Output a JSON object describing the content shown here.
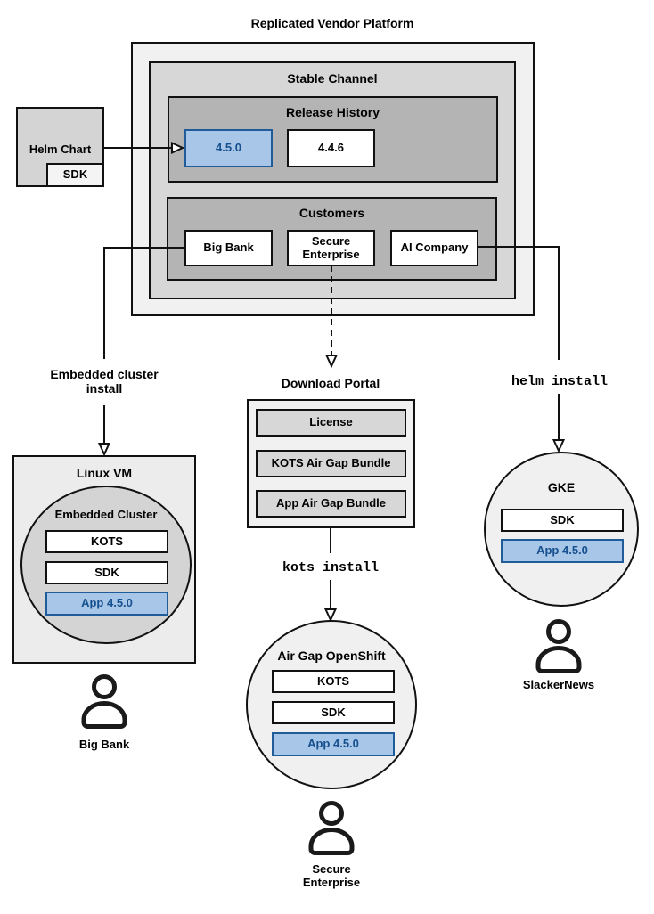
{
  "colors": {
    "highlight_fill": "#a8c7e8",
    "highlight_border": "#1f5c99",
    "highlight_text": "#17508f"
  },
  "title": "Replicated Vendor Platform",
  "platform": {
    "stable_channel": "Stable Channel",
    "release_history": "Release History",
    "releases": [
      "4.5.0",
      "4.4.6"
    ],
    "customers_title": "Customers",
    "customers": [
      "Big Bank",
      "Secure Enterprise",
      "AI Company"
    ]
  },
  "helm_chart": {
    "title": "Helm Chart",
    "sdk": "SDK"
  },
  "connectors": {
    "embedded_install": "Embedded cluster install",
    "kots_install": "kots install",
    "helm_install": "helm install"
  },
  "download_portal": {
    "title": "Download Portal",
    "items": [
      "License",
      "KOTS Air Gap Bundle",
      "App Air Gap Bundle"
    ]
  },
  "deployments": {
    "big_bank": {
      "host": "Linux VM",
      "cluster": "Embedded Cluster",
      "stack": [
        "KOTS",
        "SDK"
      ],
      "app": "App 4.5.0",
      "user": "Big Bank"
    },
    "secure_enterprise": {
      "cluster": "Air Gap OpenShift",
      "stack": [
        "KOTS",
        "SDK"
      ],
      "app": "App 4.5.0",
      "user": "Secure Enterprise"
    },
    "slackernews": {
      "cluster": "GKE",
      "stack": [
        "SDK"
      ],
      "app": "App 4.5.0",
      "user": "SlackerNews"
    }
  }
}
